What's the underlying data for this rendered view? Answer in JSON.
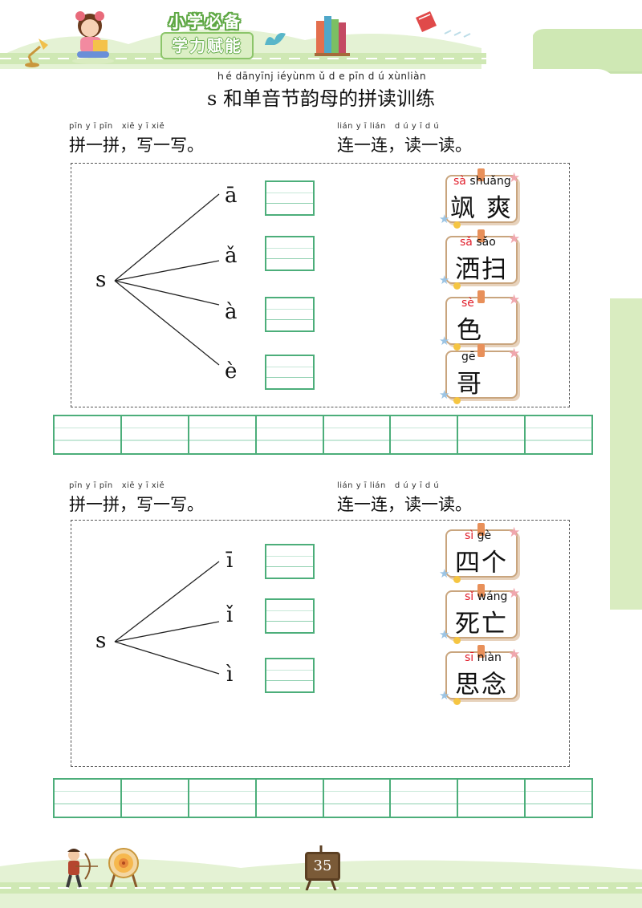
{
  "header": {
    "badge_top": "小学必备",
    "badge_bottom": "学力赋能"
  },
  "title": {
    "pinyin": "ｈé dānyīnj iéyùnm ǔ d e pīn d ú xùnliàn",
    "main": "s 和单音节韵母的拼读训练"
  },
  "sections": [
    {
      "left_instruction": {
        "pinyin": "pīn y ī pīn   xiě y ī xiě",
        "text": "拼一拼，写一写。"
      },
      "right_instruction": {
        "pinyin": "lián y ī lián   d ú y ī d ú",
        "text": "连一连，读一读。"
      },
      "initial": "s",
      "finals": [
        "ā",
        "ǎ",
        "à",
        "è"
      ],
      "cards": [
        {
          "py_red": "sà",
          "py_black": "shuǎng",
          "chars": "飒 爽"
        },
        {
          "py_red": "sǎ",
          "py_black": "sǎo",
          "chars": "洒扫"
        },
        {
          "py_red": "sè",
          "py_black": "",
          "chars": "色"
        },
        {
          "py_red": "",
          "py_black": "gē",
          "chars": "哥"
        }
      ]
    },
    {
      "left_instruction": {
        "pinyin": "pīn y ī pīn   xiě y ī xiě",
        "text": "拼一拼，写一写。"
      },
      "right_instruction": {
        "pinyin": "lián y ī lián   d ú y ī d ú",
        "text": "连一连，读一读。"
      },
      "initial": "s",
      "finals": [
        "ī",
        "ǐ",
        "ì"
      ],
      "cards": [
        {
          "py_red": "sì",
          "py_black": "gè",
          "chars": "四个"
        },
        {
          "py_red": "sǐ",
          "py_black": "wáng",
          "chars": "死亡"
        },
        {
          "py_red": "sī",
          "py_black": "niàn",
          "chars": "思念"
        }
      ]
    }
  ],
  "footer": {
    "page_number": "35"
  },
  "colors": {
    "green_line": "#4cae7a",
    "accent_red": "#e11d2a",
    "band_green": "#cfe8b4"
  }
}
